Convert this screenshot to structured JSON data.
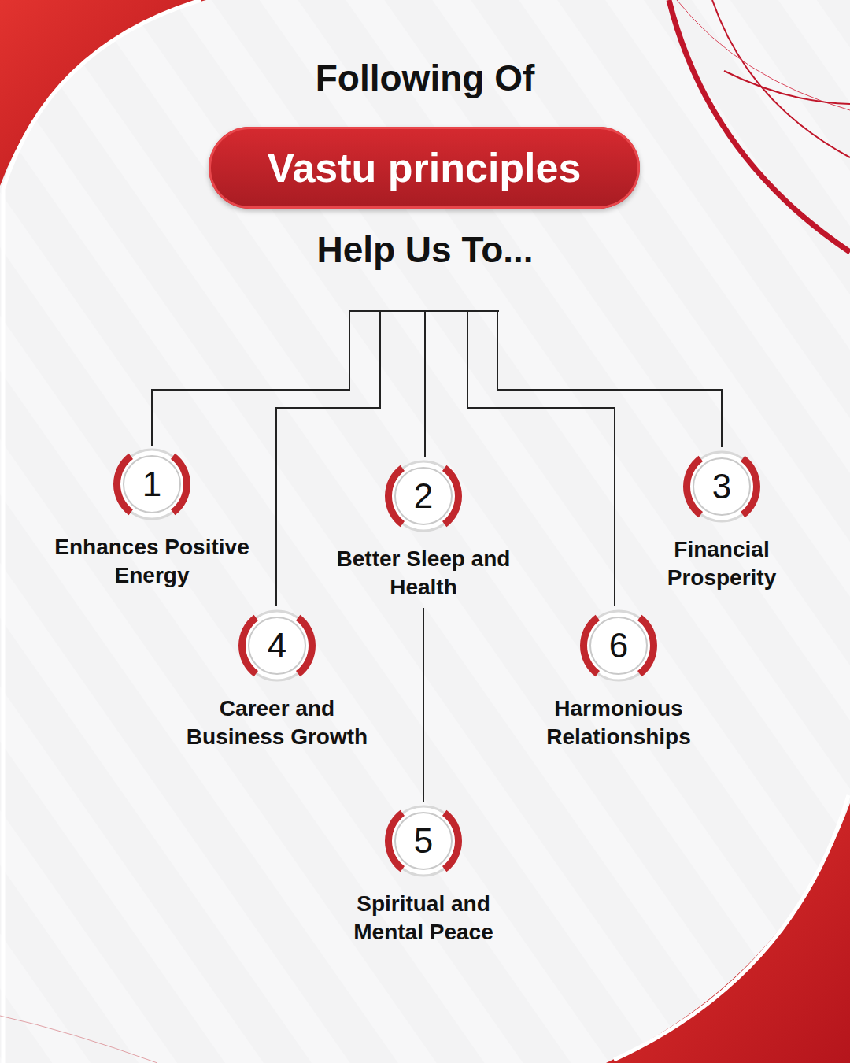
{
  "diagram": {
    "title": "Following Of",
    "nodes": [
      {
        "text": [
          "Vastu principles"
        ]
      },
      {
        "text": [
          "1",
          "Enhances Positive Energy"
        ]
      },
      {
        "text": [
          "2",
          "Better Sleep and Health"
        ]
      },
      {
        "text": [
          "3",
          "Financial Prosperity"
        ]
      },
      {
        "text": [
          "4",
          "Career and Business Growth"
        ]
      },
      {
        "text": [
          "5",
          "Spiritual and Mental Peace"
        ]
      },
      {
        "text": [
          "6",
          "Harmonious Relationships"
        ]
      }
    ],
    "edges": [
      {
        "from": 2,
        "to": 5,
        "arrow": "none"
      }
    ],
    "labels": [
      "Help Us To..."
    ]
  }
}
